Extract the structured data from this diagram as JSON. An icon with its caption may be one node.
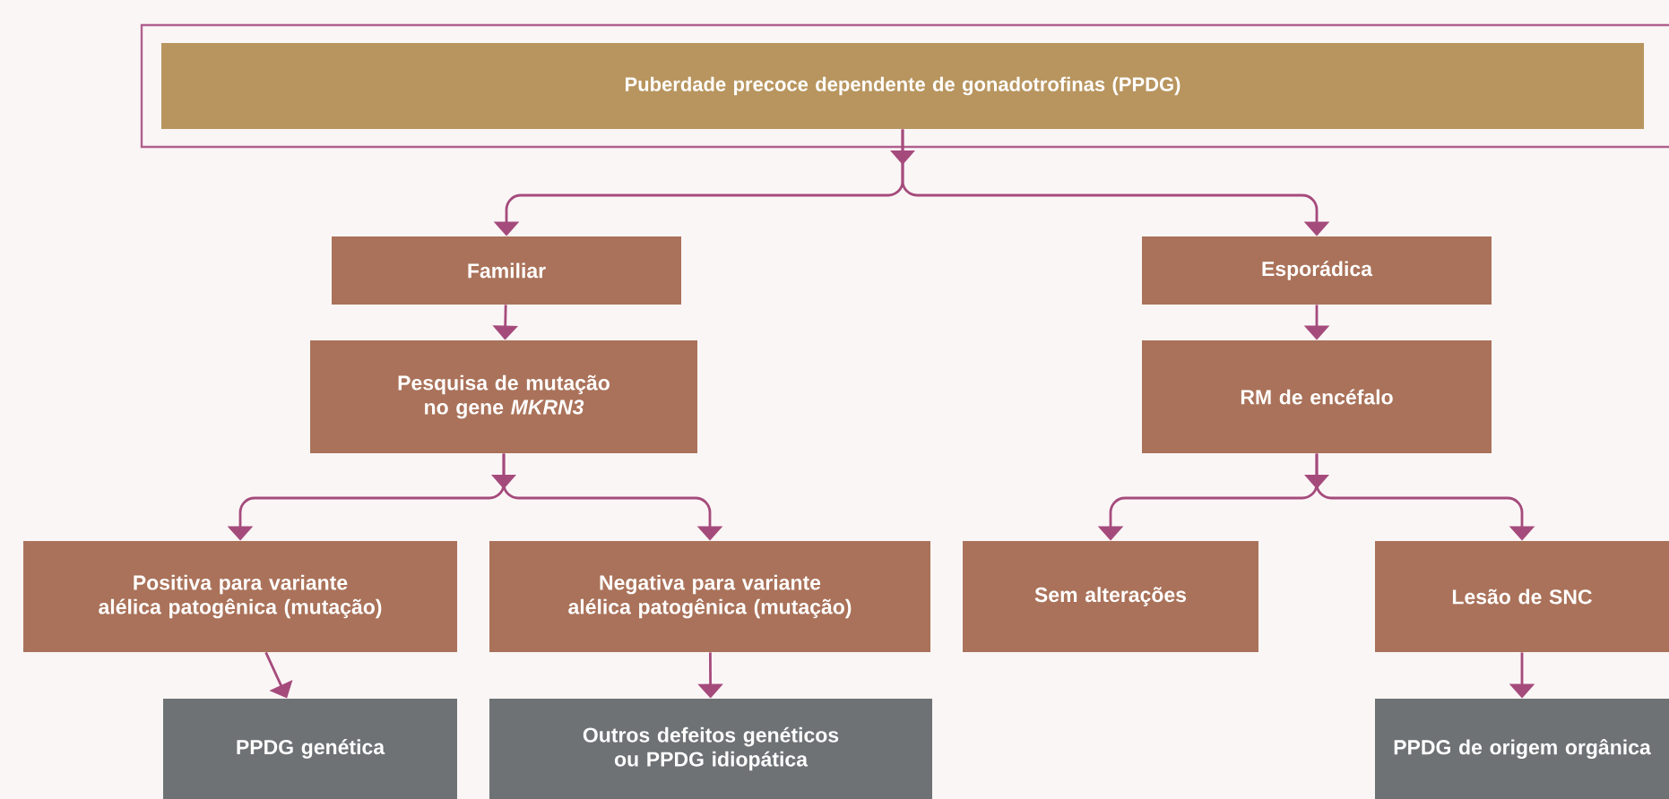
{
  "diagram": {
    "nodes": [
      {
        "text": [
          "Puberdade precoce dependente de gonadotrofinas (PPDG)"
        ]
      },
      {
        "text": [
          "Familiar"
        ]
      },
      {
        "text": [
          "Esporádica"
        ]
      },
      {
        "text": [
          "Pesquisa de mutação no gene *MKRN3*"
        ]
      },
      {
        "text": [
          "RM de encéfalo"
        ]
      },
      {
        "text": [
          "Positiva para variante alélica patogênica (mutação)"
        ]
      },
      {
        "text": [
          "Negativa para variante alélica patogênica (mutação)"
        ]
      },
      {
        "text": [
          "Sem alterações"
        ]
      },
      {
        "text": [
          "Lesão de SNC"
        ]
      },
      {
        "text": [
          "PPDG genética"
        ]
      },
      {
        "text": [
          "Outros defeitos genéticos ou PPDG idiopática"
        ]
      },
      {
        "text": [
          "PPDG de origem orgânica"
        ]
      }
    ],
    "edges": [
      {
        "from": 0,
        "to": 1,
        "arrow": "to"
      },
      {
        "from": 0,
        "to": 2,
        "arrow": "to"
      },
      {
        "from": 1,
        "to": 3,
        "arrow": "to"
      },
      {
        "from": 2,
        "to": 4,
        "arrow": "to"
      },
      {
        "from": 3,
        "to": 5,
        "arrow": "to"
      },
      {
        "from": 3,
        "to": 6,
        "arrow": "to"
      },
      {
        "from": 4,
        "to": 7,
        "arrow": "to"
      },
      {
        "from": 4,
        "to": 8,
        "arrow": "to"
      },
      {
        "from": 5,
        "to": 9,
        "arrow": "to"
      },
      {
        "from": 6,
        "to": 10,
        "arrow": "to"
      },
      {
        "from": 8,
        "to": 11,
        "arrow": "to"
      }
    ]
  }
}
